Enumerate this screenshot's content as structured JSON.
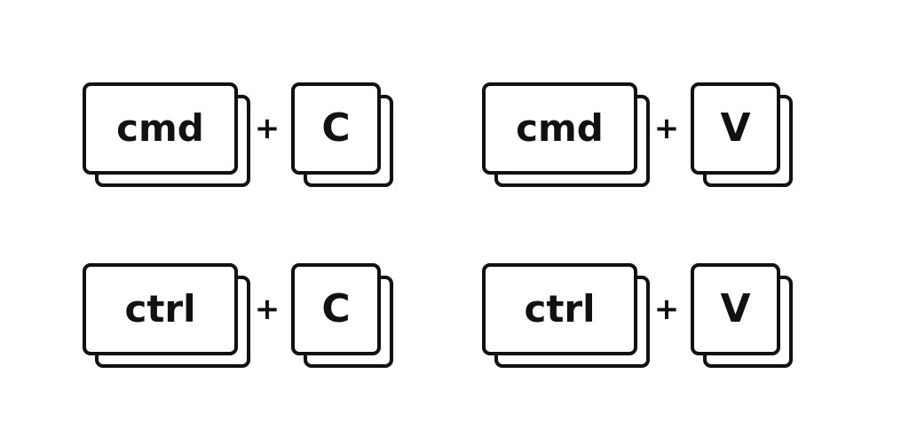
{
  "shortcuts": [
    {
      "modifier": "cmd",
      "plus": "+",
      "key": "C"
    },
    {
      "modifier": "cmd",
      "plus": "+",
      "key": "V"
    },
    {
      "modifier": "ctrl",
      "plus": "+",
      "key": "C"
    },
    {
      "modifier": "ctrl",
      "plus": "+",
      "key": "V"
    }
  ],
  "colors": {
    "outline": "#111111",
    "key_face": "#ffffff",
    "background": "#ffffff"
  }
}
